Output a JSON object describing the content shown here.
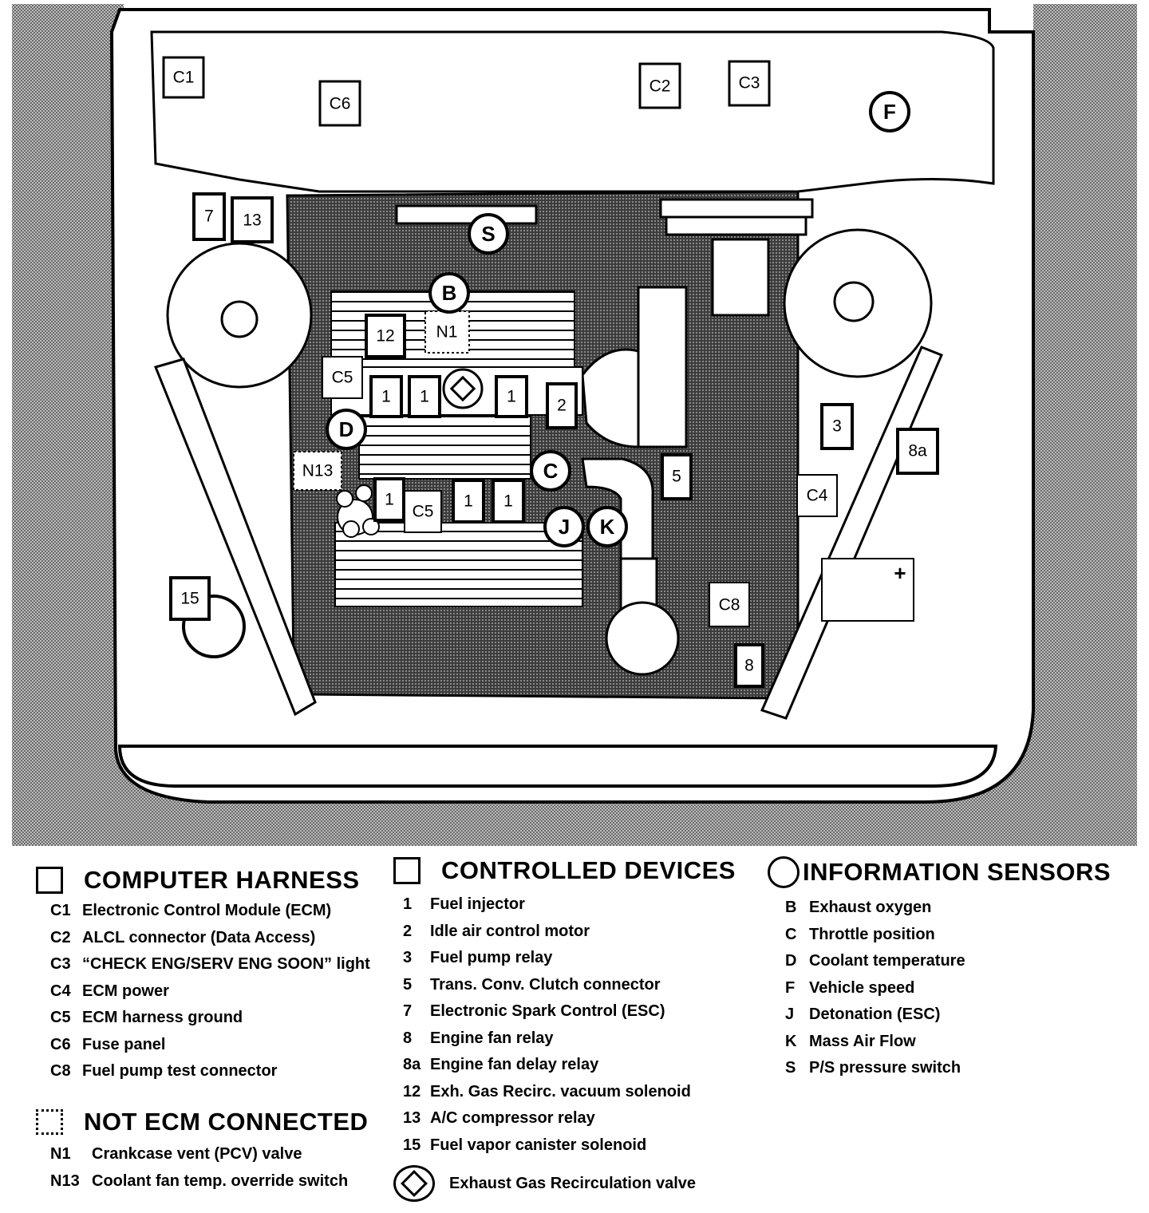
{
  "components": {
    "C1": "C1",
    "C2": "C2",
    "C3": "C3",
    "C4": "C4",
    "C5": "C5",
    "C6": "C6",
    "C8": "C8",
    "d1": "1",
    "d2": "2",
    "d3": "3",
    "d5": "5",
    "d7": "7",
    "d8": "8",
    "d8a": "8a",
    "d12": "12",
    "d13": "13",
    "d15": "15",
    "N1": "N1",
    "N13": "N13",
    "B": "B",
    "C": "C",
    "D": "D",
    "F": "F",
    "J": "J",
    "K": "K",
    "S": "S",
    "battery_plus": "+"
  },
  "legend": {
    "computer_harness": {
      "title": "COMPUTER HARNESS",
      "items": [
        {
          "code": "C1",
          "label": "Electronic Control Module (ECM)"
        },
        {
          "code": "C2",
          "label": "ALCL connector (Data Access)"
        },
        {
          "code": "C3",
          "label": "“CHECK ENG/SERV ENG SOON” light"
        },
        {
          "code": "C4",
          "label": "ECM power"
        },
        {
          "code": "C5",
          "label": "ECM harness ground"
        },
        {
          "code": "C6",
          "label": "Fuse panel"
        },
        {
          "code": "C8",
          "label": "Fuel pump test connector"
        }
      ]
    },
    "not_ecm": {
      "title": "NOT ECM CONNECTED",
      "items": [
        {
          "code": "N1",
          "label": "Crankcase vent (PCV) valve"
        },
        {
          "code": "N13",
          "label": "Coolant fan temp. override switch"
        }
      ]
    },
    "controlled_devices": {
      "title": "CONTROLLED DEVICES",
      "items": [
        {
          "code": "1",
          "label": "Fuel injector"
        },
        {
          "code": "2",
          "label": "Idle air control motor"
        },
        {
          "code": "3",
          "label": "Fuel pump relay"
        },
        {
          "code": "5",
          "label": "Trans. Conv. Clutch connector"
        },
        {
          "code": "7",
          "label": "Electronic Spark Control (ESC)"
        },
        {
          "code": "8",
          "label": "Engine fan relay"
        },
        {
          "code": "8a",
          "label": "Engine fan delay relay"
        },
        {
          "code": "12",
          "label": "Exh. Gas Recirc. vacuum solenoid"
        },
        {
          "code": "13",
          "label": "A/C compressor relay"
        },
        {
          "code": "15",
          "label": "Fuel vapor canister solenoid"
        }
      ],
      "egr_label": "Exhaust Gas Recirculation valve"
    },
    "information_sensors": {
      "title": "INFORMATION SENSORS",
      "items": [
        {
          "code": "B",
          "label": "Exhaust oxygen"
        },
        {
          "code": "C",
          "label": "Throttle position"
        },
        {
          "code": "D",
          "label": "Coolant temperature"
        },
        {
          "code": "F",
          "label": "Vehicle speed"
        },
        {
          "code": "J",
          "label": "Detonation (ESC)"
        },
        {
          "code": "K",
          "label": "Mass Air Flow"
        },
        {
          "code": "S",
          "label": "P/S pressure switch"
        }
      ]
    }
  }
}
